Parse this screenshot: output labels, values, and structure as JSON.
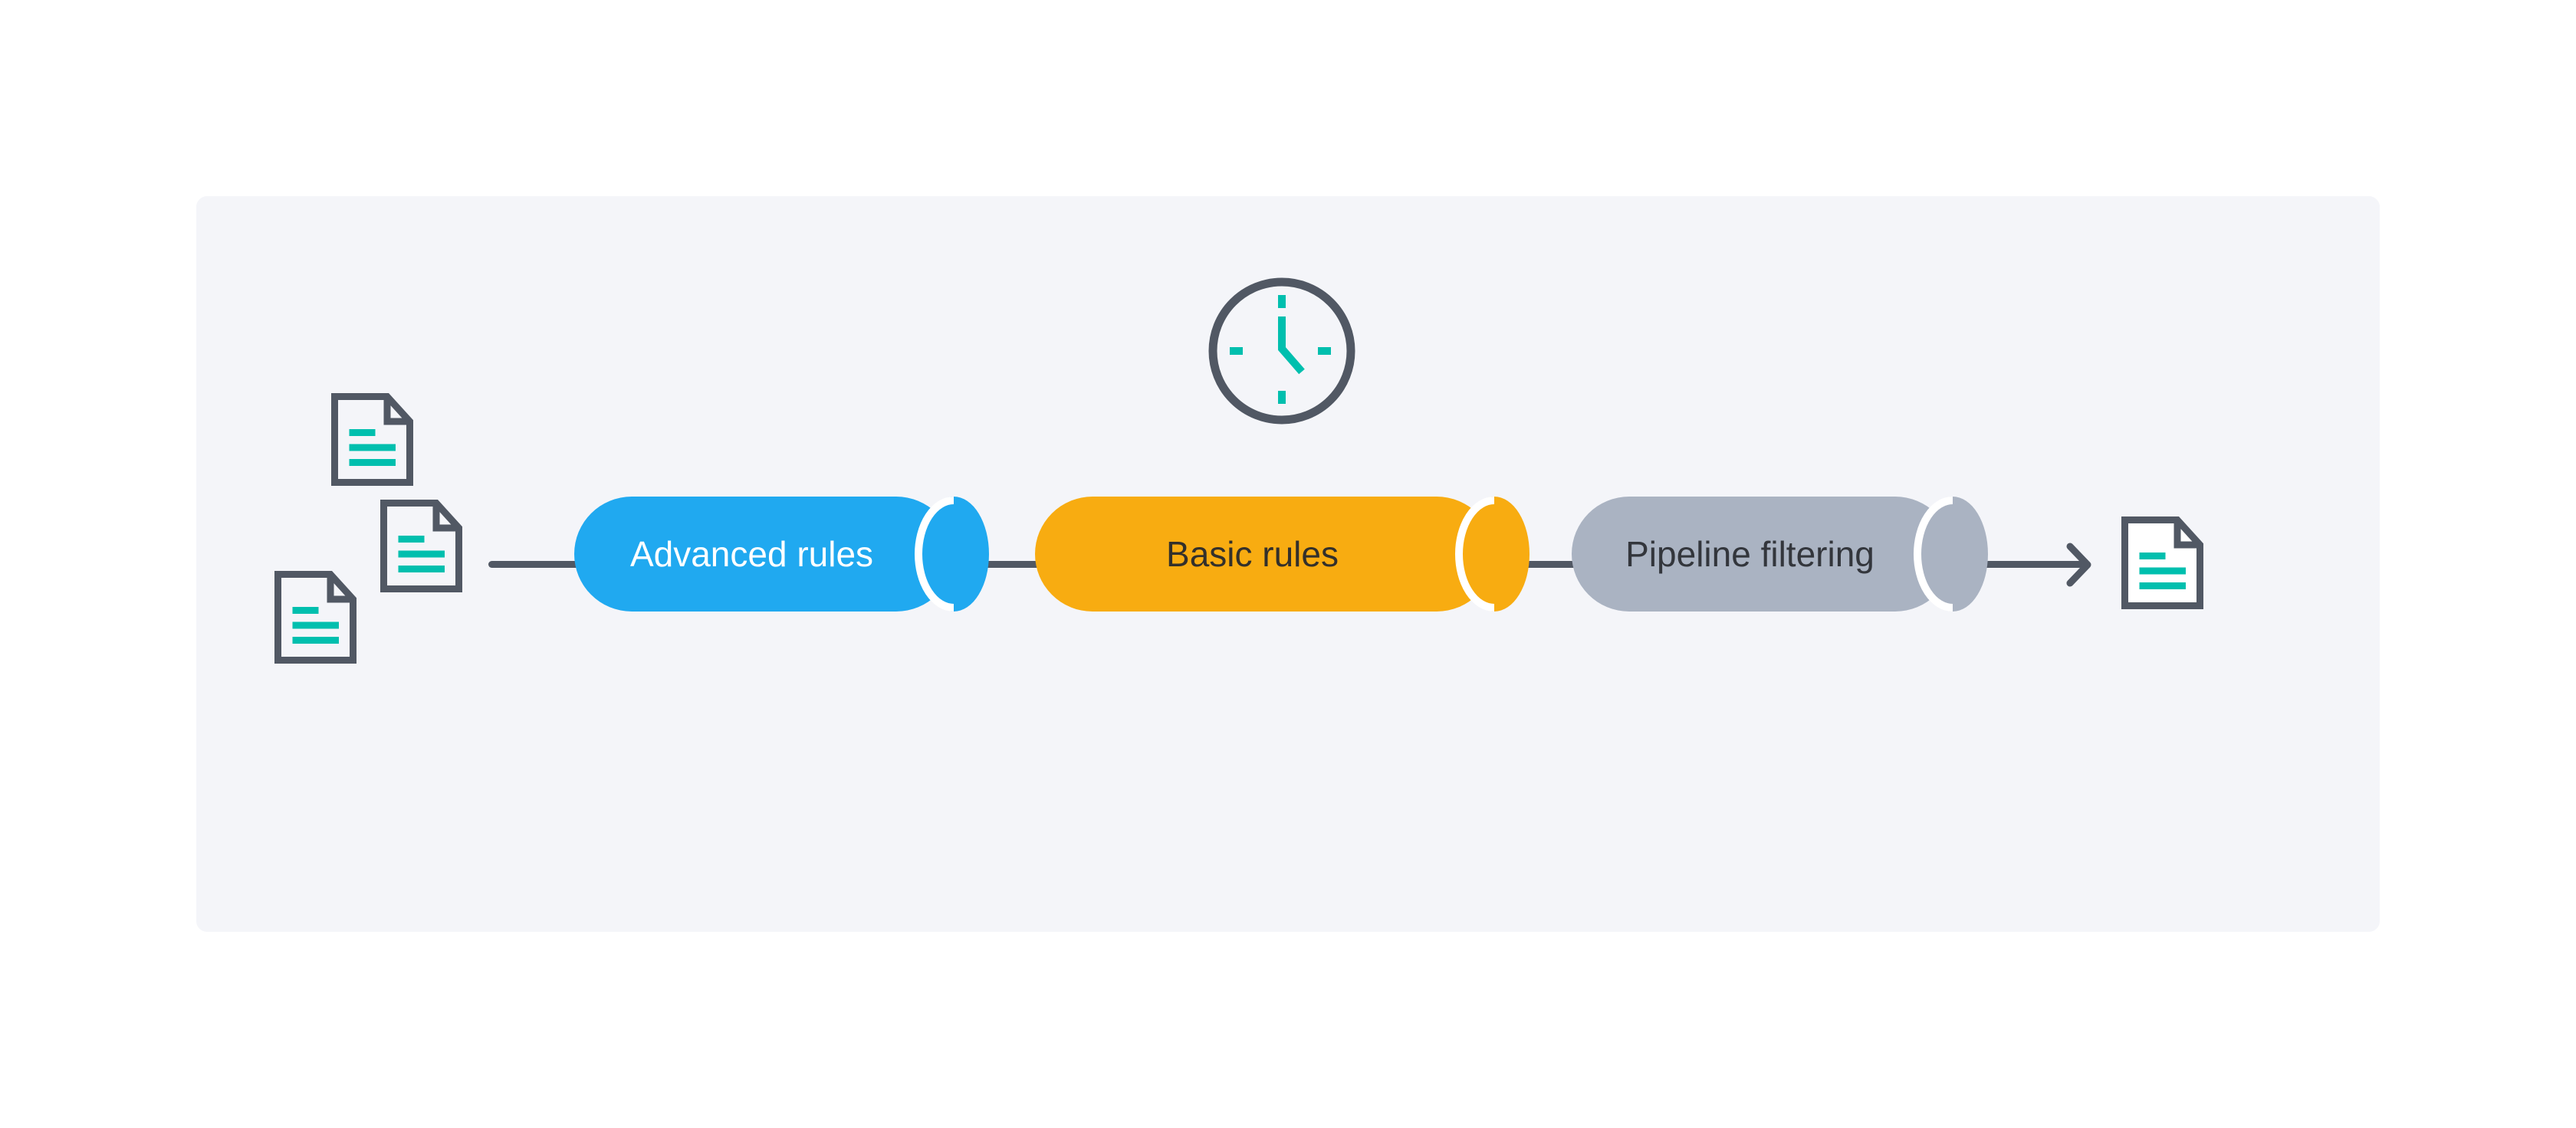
{
  "diagram": {
    "stages": [
      {
        "id": "advanced-rules",
        "label": "Advanced rules",
        "fill": "#20a9f0",
        "text_color": "#ffffff"
      },
      {
        "id": "basic-rules",
        "label": "Basic rules",
        "fill": "#f8ac11",
        "text_color": "#33302b"
      },
      {
        "id": "pipeline-filtering",
        "label": "Pipeline filtering",
        "fill": "#aab3c2",
        "text_color": "#33363c"
      }
    ],
    "flow": {
      "direction": "left-to-right",
      "input_document_count": 3,
      "output_document_count": 1
    }
  },
  "palette": {
    "page_bg": "#ffffff",
    "panel_bg": "#f4f5f9",
    "outline": "#515864",
    "teal": "#00bfae",
    "cap_gap": "#ffffff"
  },
  "icons": {
    "input_documents": "document-icon",
    "timer": "clock-icon",
    "output_document": "document-icon",
    "arrow": "arrowhead-icon"
  }
}
